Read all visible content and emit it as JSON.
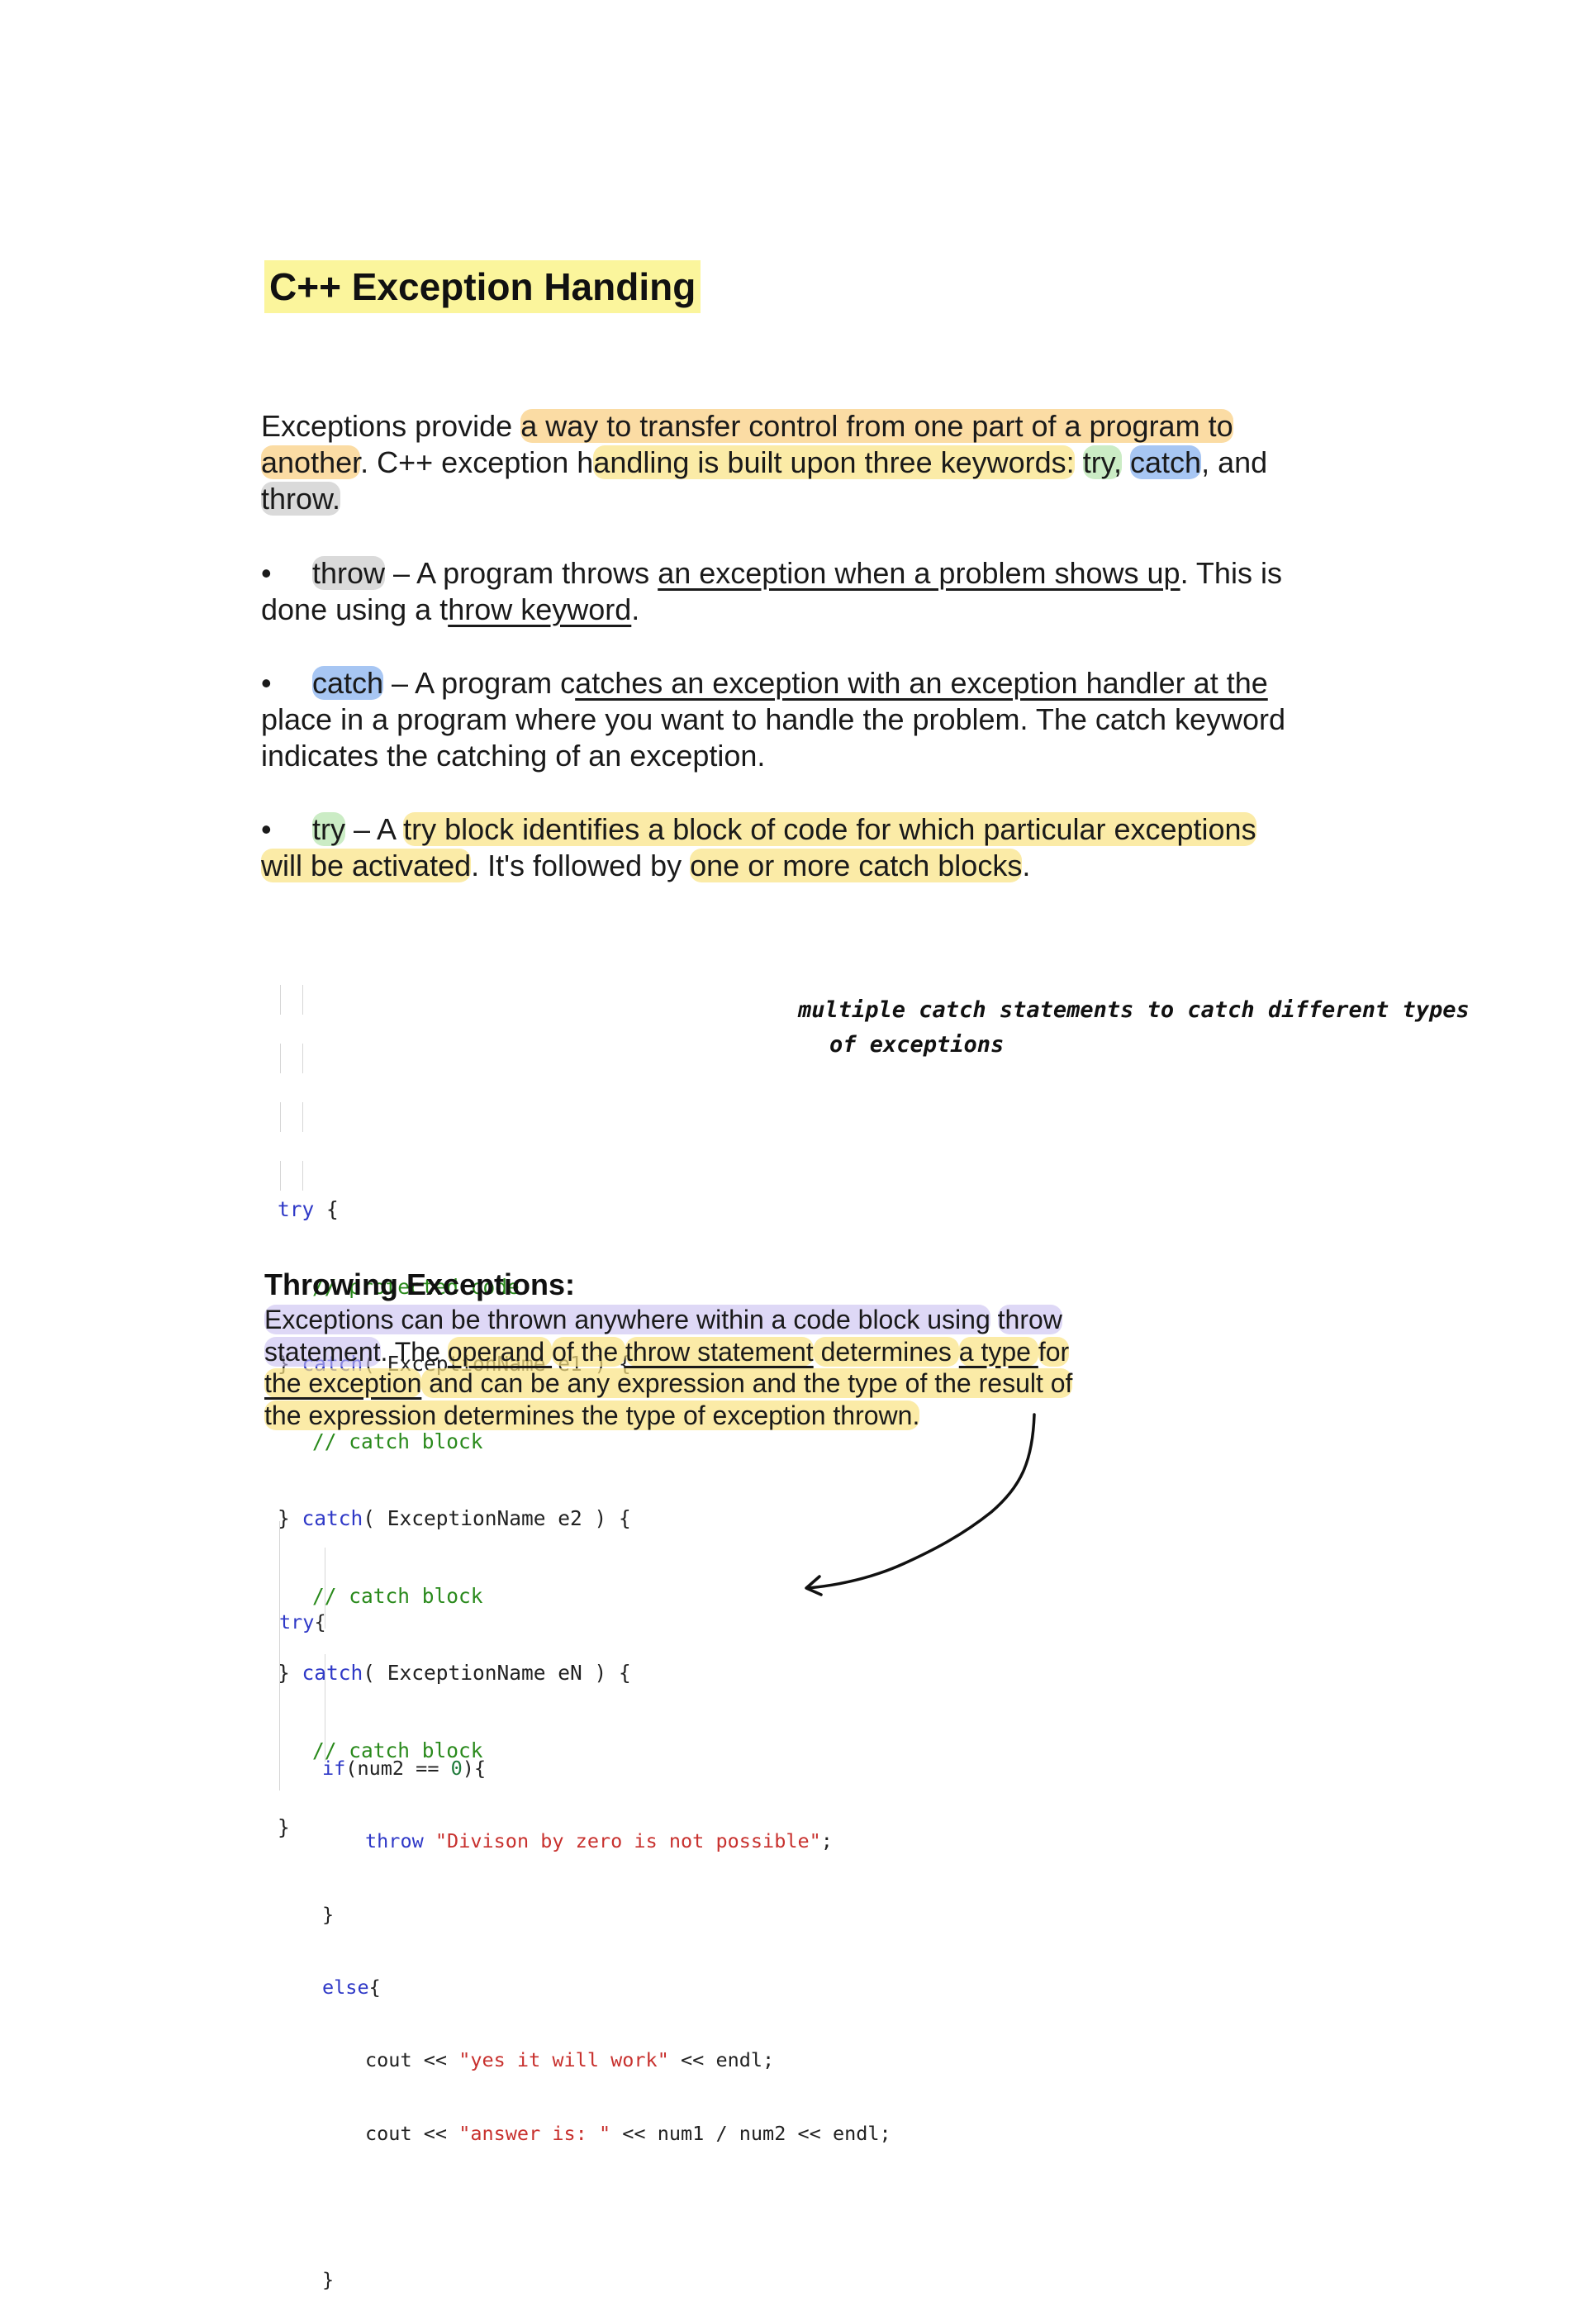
{
  "title": "C++ Exception Handing",
  "intro": {
    "line1_a": "Exceptions provide ",
    "line1_b": "a way to transfer control from one part of a program to",
    "line2_a": "another",
    "line2_b": ". C++ exception h",
    "line2_c": "andling is built upon three keywords:",
    "line2_d": " ",
    "line2_e": "try,",
    "line2_f": " ",
    "line2_g": "catch",
    "line2_h": ", and",
    "line3": "throw."
  },
  "bullets": [
    {
      "symbol": "•",
      "keyword": "throw",
      "l1_a": " – A program throws ",
      "l1_b": "an exception when a problem shows up",
      "l1_c": ". This is",
      "l2_a": "done using a t",
      "l2_b": "hrow keyword",
      "l2_c": "."
    },
    {
      "symbol": "•",
      "keyword": "catch",
      "l1_a": " – A program c",
      "l1_b": "atches an exception with an exception handler at the",
      "l2": "place in a program where you want to handle the problem. The catch keyword",
      "l3": "indicates the catching of an exception."
    },
    {
      "symbol": "•",
      "keyword": "try",
      "l1_a": " – A ",
      "l1_b": "try block identifies a block of code for which particular exceptions",
      "l2_a": "will be activated",
      "l2_b": ". It's followed by ",
      "l2_c": "one or more catch blocks",
      "l2_d": "."
    }
  ],
  "code1": {
    "try_kw": "try",
    "brace_open": " {",
    "comment_protected": "// protected code",
    "catch_kw": "catch",
    "close_brace": "} ",
    "catch1_args": "( ExceptionName e1 ) {",
    "catch2_args": "( ExceptionName e2 ) {",
    "catchN_args": "( ExceptionName eN ) {",
    "comment_catch": "// catch block",
    "end_brace": "}"
  },
  "handwritten_note": {
    "line1": "multiple catch statements to catch different types",
    "line2": "of exceptions"
  },
  "section2": {
    "heading": "Throwing Exceptions:",
    "l1_a": "Exceptions can be thrown anywhere within a code block using",
    "l1_b": " ",
    "l1_c": "throw",
    "l2_a": "statement",
    "l2_b": ". The ",
    "l2_c": "operand ",
    "l2_d": "of the ",
    "l2_e": "throw statement",
    "l2_f": " determines ",
    "l2_g": "a type ",
    "l2_h": "for",
    "l3_a": "the exception",
    "l3_b": " and can be any expression and the type of the result of",
    "l4": "the expression determines the type of exception thrown."
  },
  "code2": {
    "try_kw": "try",
    "try_brace": "{",
    "if_kw": "if",
    "if_cond_a": "(num2 == ",
    "if_zero": "0",
    "if_cond_b": "){",
    "throw_kw": "throw",
    "throw_str": "\"Divison by zero is not possible\"",
    "semi": ";",
    "close": "}",
    "else_kw": "else",
    "else_brace": "{",
    "cout1_a": "cout << ",
    "cout1_str": "\"yes it will work\"",
    "cout1_b": " << endl;",
    "cout2_a": "cout << ",
    "cout2_str": "\"answer is: \"",
    "cout2_b": " << num1 / num2 << endl;"
  }
}
